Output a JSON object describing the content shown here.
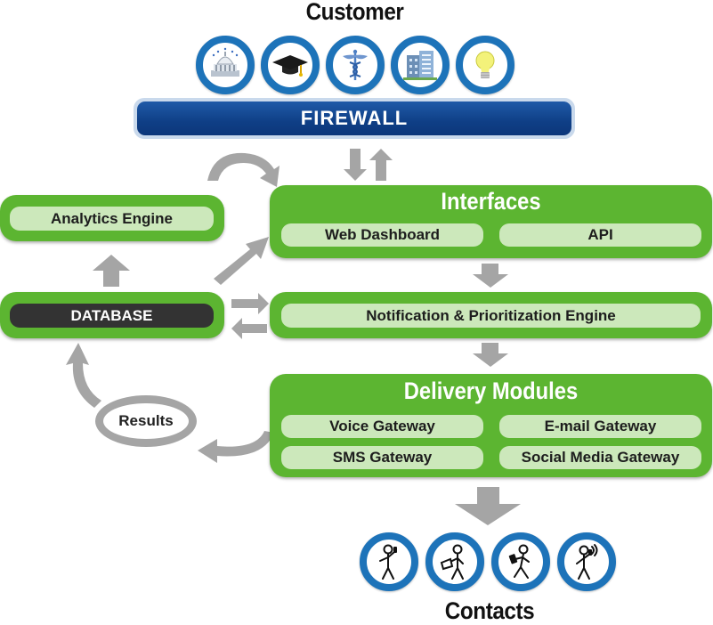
{
  "customer_title": "Customer",
  "customer_icons": [
    "capitol-building-icon",
    "graduation-cap-icon",
    "caduceus-icon",
    "office-building-icon",
    "light-bulb-icon"
  ],
  "firewall": "FIREWALL",
  "analytics_engine": "Analytics  Engine",
  "database": "DATABASE",
  "interfaces": {
    "title": "Interfaces",
    "items": [
      "Web Dashboard",
      "API"
    ]
  },
  "notification_engine": "Notification & Prioritization Engine",
  "delivery_modules": {
    "title": "Delivery Modules",
    "items": [
      "Voice Gateway",
      "E-mail Gateway",
      "SMS Gateway",
      "Social Media Gateway"
    ]
  },
  "results": "Results",
  "contacts_title": "Contacts",
  "contact_icons": [
    "person-phone-icon",
    "person-laptop-icon",
    "person-tablet-icon",
    "person-mobile-icon"
  ],
  "colors": {
    "green": "#5cb531",
    "pill_green": "#cce8bb",
    "blue": "#1d73b9",
    "firewall_blue": "#0f3f86",
    "arrow_gray": "#a5a5a5",
    "database": "#333333"
  }
}
